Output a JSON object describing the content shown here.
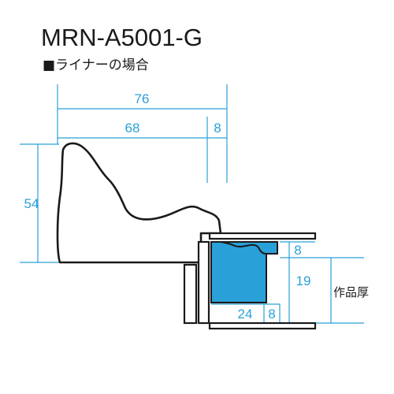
{
  "header": {
    "model": "MRN-A5001-G",
    "subtitle": "■ライナーの場合"
  },
  "dimensions": {
    "total_width": "76",
    "main_width": "68",
    "lip_width": "8",
    "height": "54",
    "rebate_top": "8",
    "rebate_depth": "19",
    "liner_width": "24",
    "liner_lip": "8"
  },
  "labels": {
    "thickness": "作品厚"
  },
  "colors": {
    "dimension_line": "#2aa0d8",
    "liner_fill": "#2aa0d8",
    "outline": "#1a1a1a"
  }
}
